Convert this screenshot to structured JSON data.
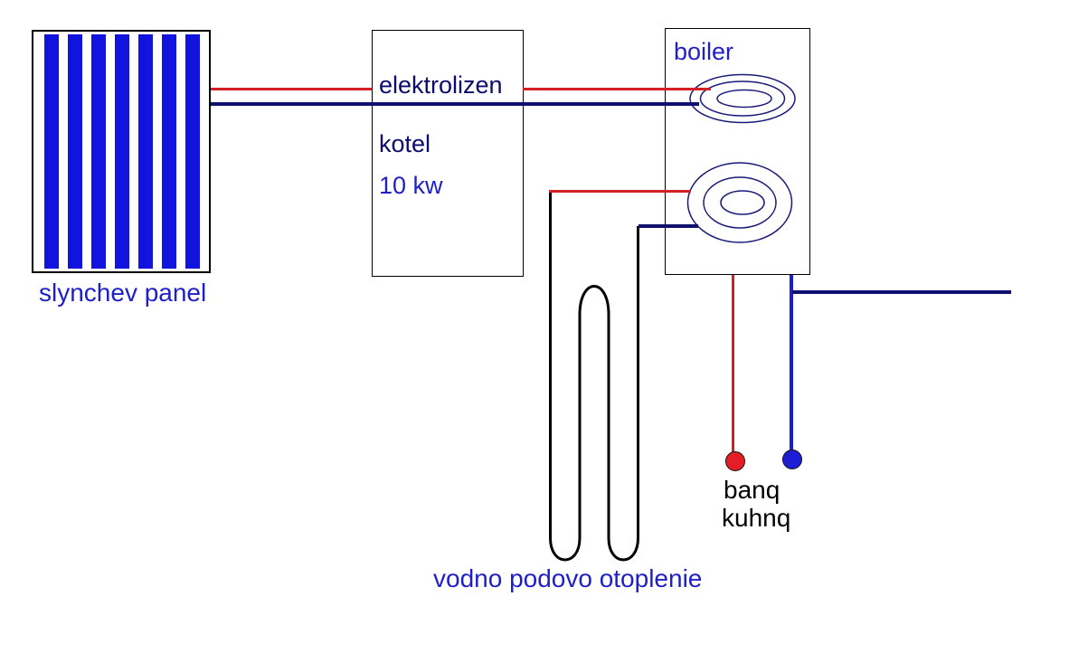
{
  "labels": {
    "solar_panel": "slynchev panel",
    "electric_boiler": "elektrolizen",
    "electric_boiler2": "kotel",
    "power": "10 kw",
    "boiler": "boiler",
    "floor_heating": "vodno podovo otoplenie",
    "bath": "banq",
    "kitchen": "kuhnq"
  },
  "colors": {
    "hot_line": "#d31f26",
    "cold_line": "#10106e",
    "cold_bright": "#1d1dd6",
    "panel_stripe": "#1114dd",
    "coil_stroke": "#1a1a78",
    "text_navy": "#0b0b6b",
    "text_blue": "#1f1fca",
    "tap_hot": "#e41e24",
    "tap_cold": "#1d1dd6"
  }
}
